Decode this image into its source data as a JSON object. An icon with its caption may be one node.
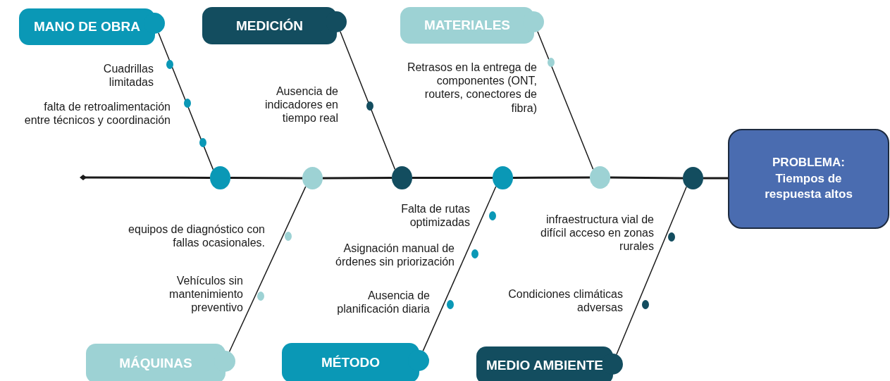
{
  "diagram": {
    "nodes": [
      {
        "text": [
          "MANO DE OBRA"
        ]
      },
      {
        "text": [
          "MEDICIÓN"
        ]
      },
      {
        "text": [
          "MATERIALES"
        ]
      },
      {
        "text": [
          "MÁQUINAS"
        ]
      },
      {
        "text": [
          "MÉTODO"
        ]
      },
      {
        "text": [
          "MEDIO AMBIENTE"
        ]
      },
      {
        "text": [
          "PROBLEMA:",
          "Tiempos de respuesta altos"
        ]
      },
      {
        "text": [],
        "shape": "circle"
      },
      {
        "text": [],
        "shape": "circle"
      },
      {
        "text": [],
        "shape": "circle"
      },
      {
        "text": [],
        "shape": "circle"
      },
      {
        "text": [],
        "shape": "circle"
      },
      {
        "text": [],
        "shape": "circle"
      }
    ],
    "edges": [
      {
        "from": 0,
        "to": 7,
        "arrow": "none"
      },
      {
        "from": 1,
        "to": 9,
        "arrow": "none"
      },
      {
        "from": 2,
        "to": 11,
        "arrow": "none"
      },
      {
        "from": 3,
        "to": 8,
        "arrow": "none"
      },
      {
        "from": 4,
        "to": 10,
        "arrow": "none"
      },
      {
        "from": 5,
        "to": 12,
        "arrow": "none"
      },
      {
        "from": null,
        "to": 7,
        "arrow": "other"
      },
      {
        "from": 7,
        "to": 8,
        "arrow": "none"
      },
      {
        "from": 8,
        "to": 9,
        "arrow": "none"
      },
      {
        "from": 9,
        "to": 10,
        "arrow": "none"
      },
      {
        "from": 10,
        "to": 11,
        "arrow": "none"
      },
      {
        "from": 11,
        "to": 12,
        "arrow": "none"
      },
      {
        "from": 12,
        "to": 6,
        "arrow": "none"
      }
    ],
    "labels": [
      "Cuadrillas limitadas",
      "falta de retroalimentación entre técnicos y coordinación",
      "Ausencia de indicadores en tiempo real",
      "Retrasos en la entrega de componentes (ONT, routers, conectores de fibra)",
      "equipos de diagnóstico con fallas ocasionales.",
      "Vehículos sin mantenimiento preventivo",
      "Falta de rutas optimizadas",
      "Asignación manual de órdenes sin priorización",
      "Ausencia de planificación diaria",
      "infraestructura vial de difícil acceso en zonas rurales",
      "Condiciones climáticas adversas"
    ]
  }
}
